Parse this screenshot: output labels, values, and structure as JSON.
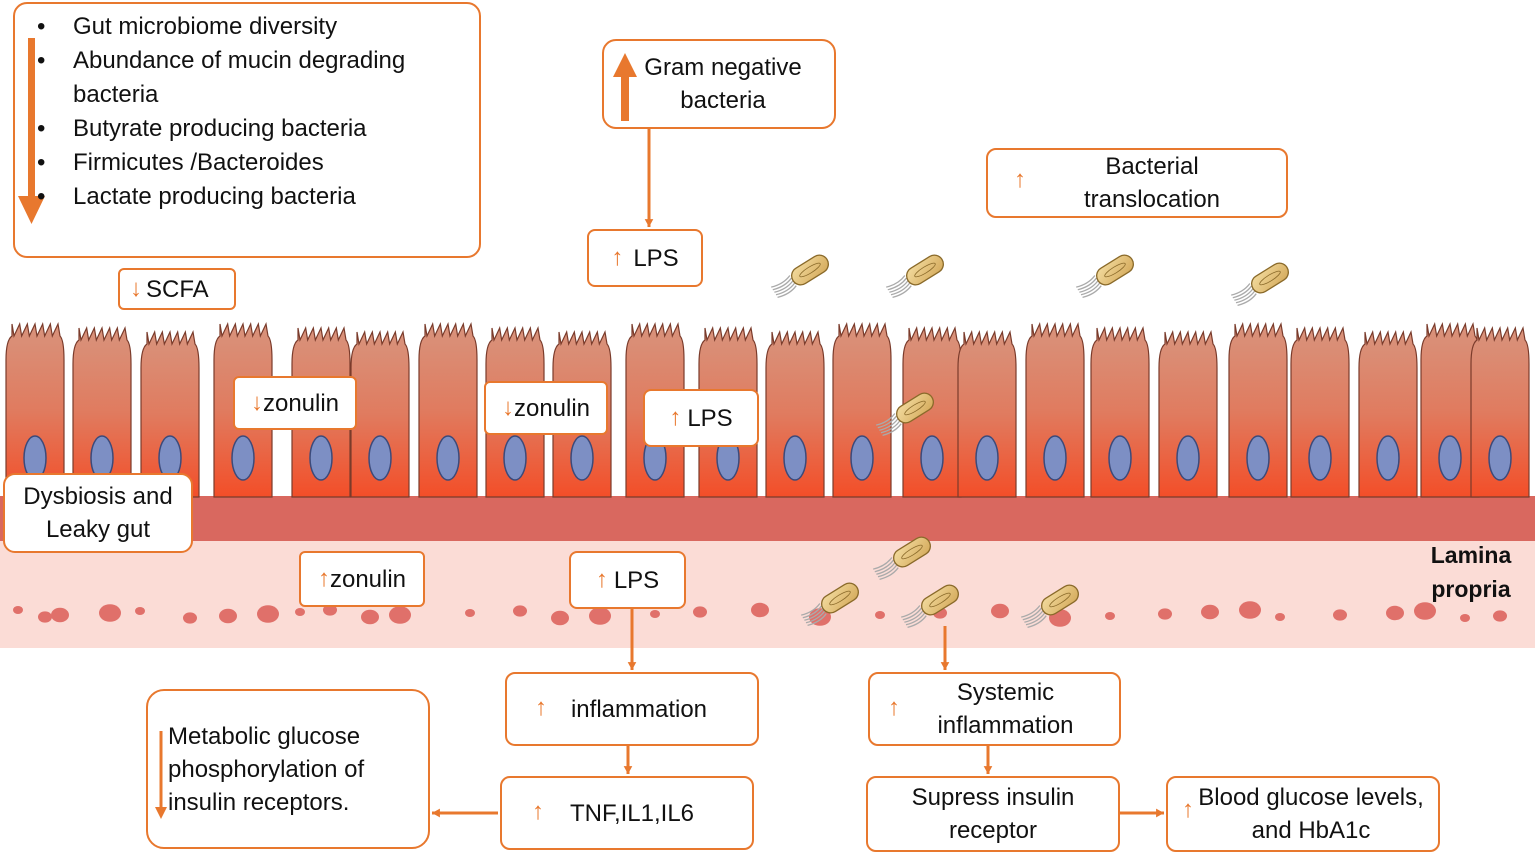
{
  "colors": {
    "accent": "#e8782e",
    "cell_top": "#d8907a",
    "cell_bottom": "#f24f2a",
    "nucleus": "#7d8fc4",
    "basement": "#d9685f",
    "lamina": "#fbdcd6",
    "particle": "#e0706a"
  },
  "top_left_list": {
    "direction": "decrease",
    "items": [
      "Gut microbiome diversity",
      "Abundance of mucin degrading bacteria",
      "Butyrate producing bacteria",
      "Firmicutes /Bacteroides",
      "Lactate producing bacteria"
    ]
  },
  "scfa": {
    "arrow": "↓",
    "label": "SCFA"
  },
  "gram_negative": {
    "label": "Gram negative bacteria"
  },
  "lps_top": {
    "arrow": "↑",
    "label": "LPS"
  },
  "bacterial_translocation": {
    "arrow": "↑",
    "label": "Bacterial translocation"
  },
  "zonulin_1": {
    "arrow": "↓",
    "label": "zonulin"
  },
  "zonulin_2": {
    "arrow": "↓",
    "label": "zonulin"
  },
  "lps_mid": {
    "arrow": "↑",
    "label": "LPS"
  },
  "dysbiosis": {
    "label": "Dysbiosis and Leaky gut"
  },
  "zonulin_3": {
    "arrow": "↑",
    "label": "zonulin"
  },
  "lps_lower": {
    "arrow": "↑",
    "label": "LPS"
  },
  "lamina_propria": {
    "label": "Lamina propria"
  },
  "inflammation": {
    "arrow": "↑",
    "label": "inflammation"
  },
  "cytokines": {
    "arrow": "↑",
    "label": "TNF,IL1,IL6"
  },
  "metabolic": {
    "arrow": "↓",
    "label": "Metabolic glucose phosphorylation of insulin receptors."
  },
  "systemic": {
    "arrow": "↑",
    "label": "Systemic inflammation"
  },
  "suppress_insulin": {
    "label": "Supress insulin receptor"
  },
  "blood_glucose": {
    "arrow": "↑",
    "label": "Blood glucose levels, and HbA1c"
  }
}
